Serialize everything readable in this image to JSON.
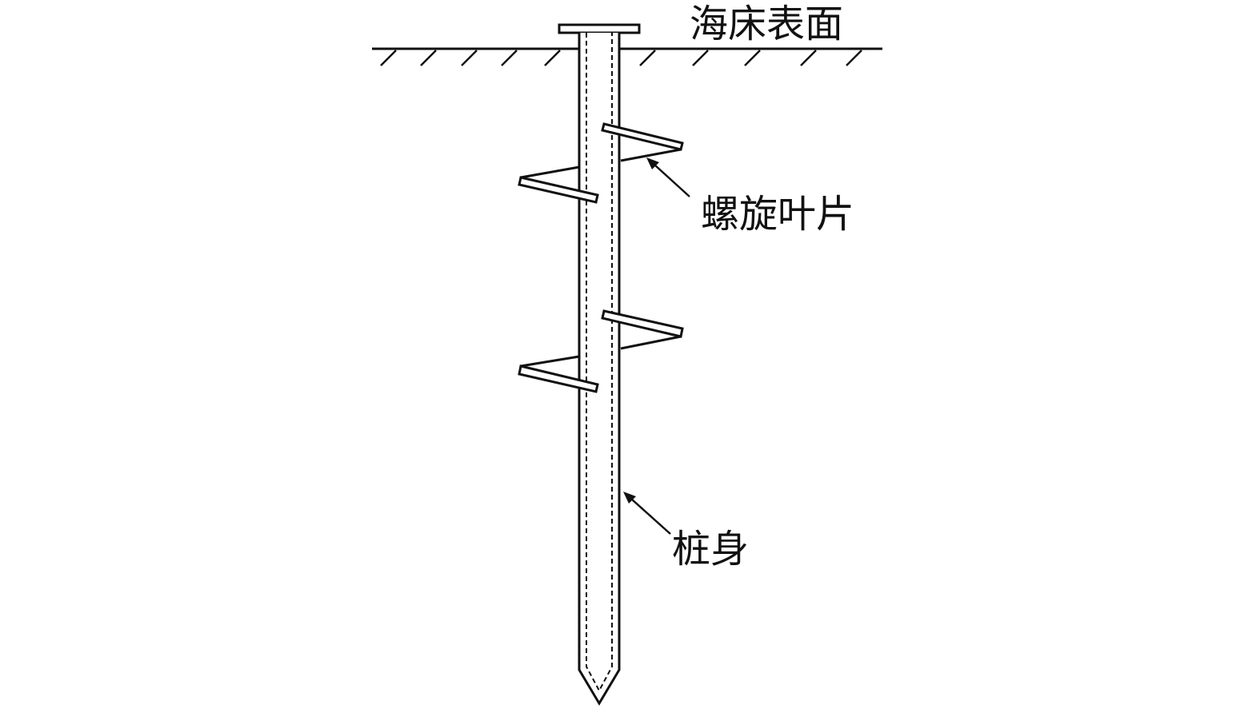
{
  "labels": {
    "seabed_surface": "海床表面",
    "helical_blade": "螺旋叶片",
    "pile_shaft": "桩身"
  },
  "colors": {
    "line": "#111111",
    "background": "#ffffff"
  }
}
